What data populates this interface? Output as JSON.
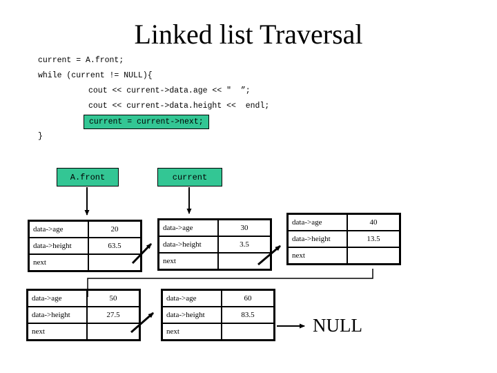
{
  "slide": {
    "title": "Linked list Traversal",
    "code": {
      "line1": "current = A.front;",
      "line2": "while (current != NULL){",
      "line3": "cout << current->data.age << \"  ”;",
      "line4": "cout << current->data.height <<  endl;",
      "highlighted_line": "current = current->next;",
      "line6": "}"
    },
    "pointers": {
      "front_label": "A.front",
      "current_label": "current"
    },
    "null_label": "NULL",
    "colors": {
      "accent_teal": "#33c694",
      "line_black": "#000000"
    },
    "nodes": [
      {
        "rows": [
          {
            "label": "data->age",
            "value": "20"
          },
          {
            "label": "data->height",
            "value": "63.5"
          },
          {
            "label": "next",
            "value": ""
          }
        ]
      },
      {
        "rows": [
          {
            "label": "data->age",
            "value": "30"
          },
          {
            "label": "data->height",
            "value": "3.5"
          },
          {
            "label": "next",
            "value": ""
          }
        ]
      },
      {
        "rows": [
          {
            "label": "data->age",
            "value": "40"
          },
          {
            "label": "data->height",
            "value": "13.5"
          },
          {
            "label": "next",
            "value": ""
          }
        ]
      },
      {
        "rows": [
          {
            "label": "data->age",
            "value": "50"
          },
          {
            "label": "data->height",
            "value": "27.5"
          },
          {
            "label": "next",
            "value": ""
          }
        ]
      },
      {
        "rows": [
          {
            "label": "data->age",
            "value": "60"
          },
          {
            "label": "data->height",
            "value": "83.5"
          },
          {
            "label": "next",
            "value": ""
          }
        ]
      }
    ]
  }
}
